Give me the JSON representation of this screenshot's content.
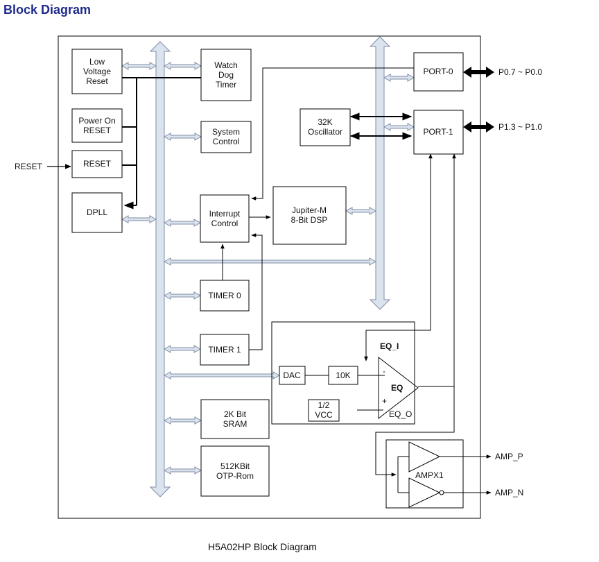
{
  "page": {
    "title": "Block Diagram",
    "caption": "H5A02HP Block Diagram"
  },
  "colors": {
    "title": "#1f2a8c",
    "bus_fill": "#dbe3ef",
    "bus_stroke": "#7f8ca3",
    "line": "#000000"
  },
  "blocks": {
    "low_voltage_reset": [
      "Low",
      "Voltage",
      "Reset"
    ],
    "power_on_reset": [
      "Power On",
      "RESET"
    ],
    "reset": [
      "RESET"
    ],
    "dpll": [
      "DPLL"
    ],
    "watch_dog_timer": [
      "Watch",
      "Dog",
      "Timer"
    ],
    "system_control": [
      "System",
      "Control"
    ],
    "interrupt_control": [
      "Interrupt",
      "Control"
    ],
    "jupiter_dsp": [
      "Jupiter-M",
      "8-Bit DSP"
    ],
    "timer0": [
      "TIMER 0"
    ],
    "timer1": [
      "TIMER 1"
    ],
    "sram": [
      "2K Bit",
      "SRAM"
    ],
    "otp_rom": [
      "512KBit",
      "OTP-Rom"
    ],
    "oscillator": [
      "32K",
      "Oscillator"
    ],
    "port0": [
      "PORT-0"
    ],
    "port1": [
      "PORT-1"
    ],
    "dac": [
      "DAC"
    ],
    "r10k": [
      "10K"
    ],
    "half_vcc": [
      "1/2",
      "VCC"
    ]
  },
  "labels": {
    "reset_in": "RESET",
    "p0_pins": "P0.7 ~ P0.0",
    "p1_pins": "P1.3 ~ P1.0",
    "eq_i": "EQ_I",
    "eq": "EQ",
    "eq_o": "EQ_O",
    "op_minus": "-",
    "op_plus": "+",
    "ampx1": "AMPX1",
    "amp_p": "AMP_P",
    "amp_n": "AMP_N"
  }
}
